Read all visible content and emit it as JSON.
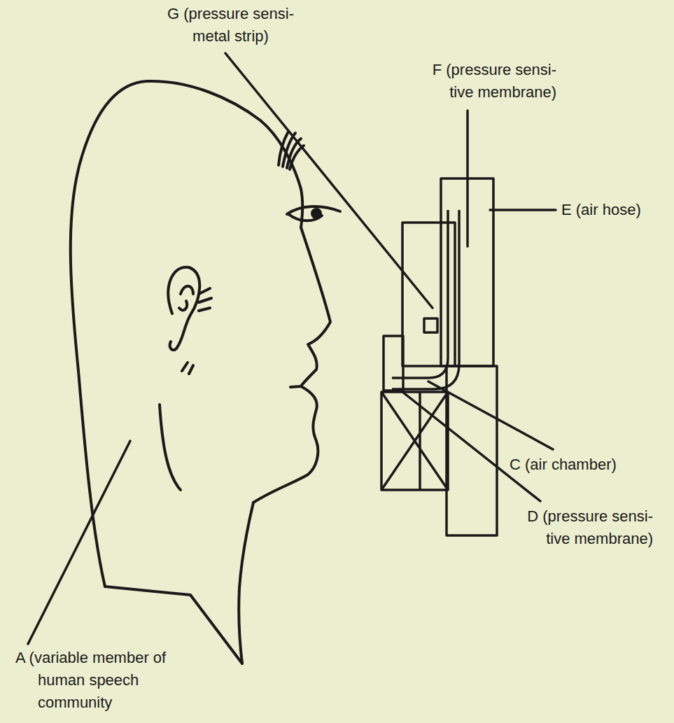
{
  "diagram": {
    "labels": [
      "G (pressure sensi- metal strip)",
      "F (pressure sensi- tive membrane)",
      "E (air hose)",
      "C (air chamber)",
      "D (pressure sensi- tive membrane)",
      "A (variable member of human speech community"
    ]
  }
}
